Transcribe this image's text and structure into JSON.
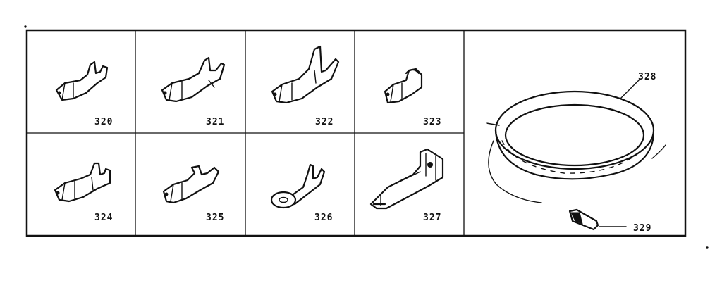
{
  "parts": [
    {
      "label": "320",
      "icon": "crimp-terminal-icon"
    },
    {
      "label": "321",
      "icon": "crimp-terminal-icon"
    },
    {
      "label": "322",
      "icon": "crimp-terminal-icon"
    },
    {
      "label": "323",
      "icon": "crimp-terminal-icon"
    },
    {
      "label": "324",
      "icon": "crimp-terminal-icon"
    },
    {
      "label": "325",
      "icon": "crimp-terminal-icon"
    },
    {
      "label": "326",
      "icon": "ring-terminal-icon"
    },
    {
      "label": "327",
      "icon": "flag-terminal-icon"
    },
    {
      "label": "328",
      "icon": "wire-coil-icon"
    },
    {
      "label": "329",
      "icon": "wire-connector-icon"
    }
  ],
  "colors": {
    "ink": "#111111",
    "paper": "#ffffff"
  }
}
